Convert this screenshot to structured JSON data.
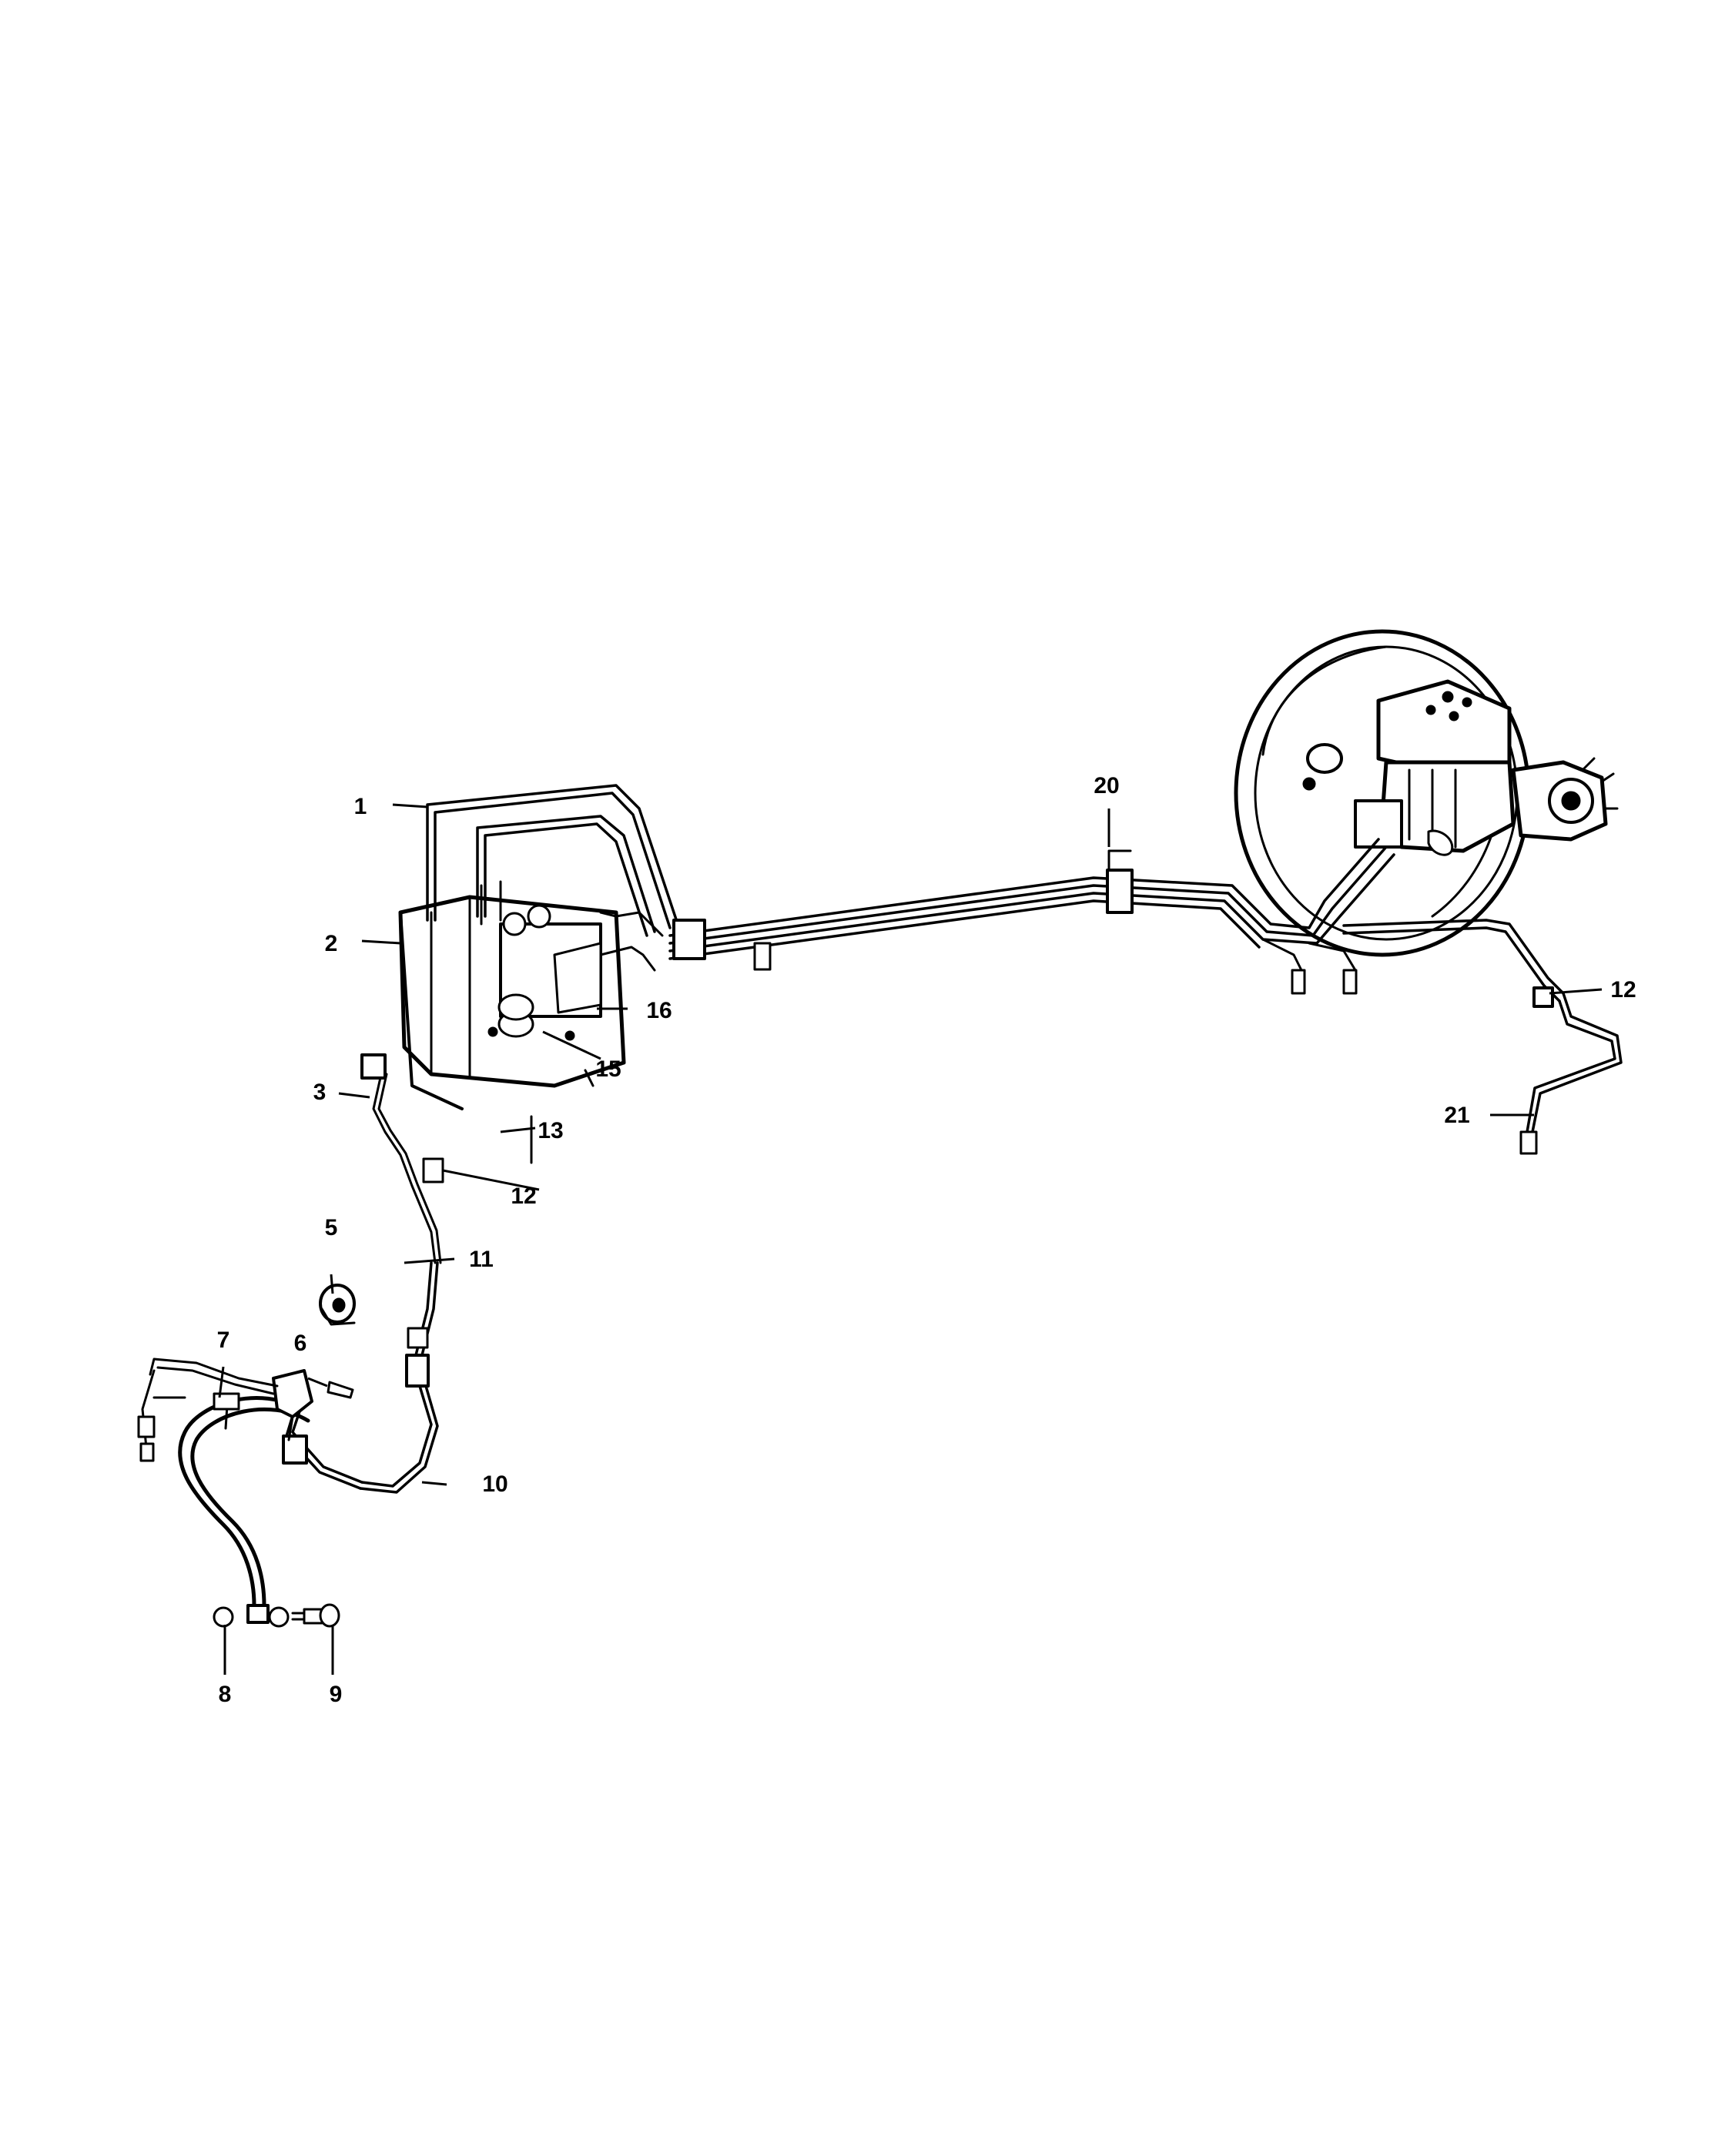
{
  "diagram": {
    "callouts": [
      {
        "id": "c1",
        "label": "1"
      },
      {
        "id": "c2",
        "label": "2"
      },
      {
        "id": "c3",
        "label": "3"
      },
      {
        "id": "c5",
        "label": "5"
      },
      {
        "id": "c6",
        "label": "6"
      },
      {
        "id": "c7",
        "label": "7"
      },
      {
        "id": "c8",
        "label": "8"
      },
      {
        "id": "c9",
        "label": "9"
      },
      {
        "id": "c10",
        "label": "10"
      },
      {
        "id": "c11",
        "label": "11"
      },
      {
        "id": "c12a",
        "label": "12"
      },
      {
        "id": "c12b",
        "label": "12"
      },
      {
        "id": "c13",
        "label": "13"
      },
      {
        "id": "c15",
        "label": "15"
      },
      {
        "id": "c16",
        "label": "16"
      },
      {
        "id": "c20",
        "label": "20"
      },
      {
        "id": "c21",
        "label": "21"
      }
    ]
  }
}
